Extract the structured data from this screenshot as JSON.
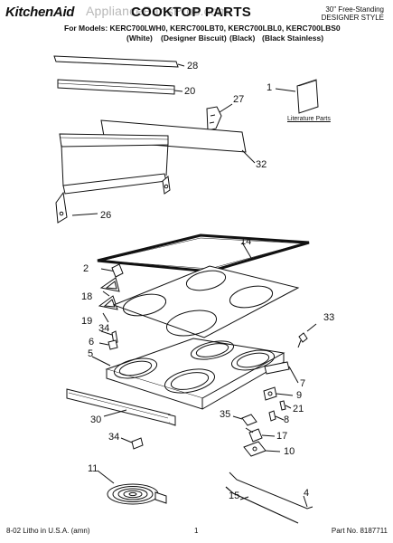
{
  "header": {
    "brand": "KitchenAid",
    "watermark": "AppliancePartsPros.com",
    "title": "COOKTOP PARTS",
    "style_line1": "30\" Free-Standing",
    "style_line2": "DESIGNER STYLE",
    "models": "For Models: KERC700LWH0, KERC700LBT0, KERC700LBL0, KERC700LBS0",
    "colors": [
      "(White)",
      "(Designer Biscuit)",
      "(Black)",
      "(Black Stainless)"
    ]
  },
  "callouts": {
    "c28": "28",
    "c20": "20",
    "c27": "27",
    "c1": "1",
    "literature": "Literature Parts",
    "c32": "32",
    "c26": "26",
    "c14": "14",
    "c2": "2",
    "c18": "18",
    "c19": "19",
    "c34a": "34",
    "c6": "6",
    "c5": "5",
    "c33": "33",
    "c7": "7",
    "c9": "9",
    "c21": "21",
    "c8": "8",
    "c30": "30",
    "c35": "35",
    "c17": "17",
    "c34b": "34",
    "c10": "10",
    "c11": "11",
    "c4": "4",
    "c15": "15"
  },
  "footer": {
    "left": "8-02 Litho in U.S.A. (amn)",
    "center": "1",
    "right": "Part No. 8187711"
  }
}
